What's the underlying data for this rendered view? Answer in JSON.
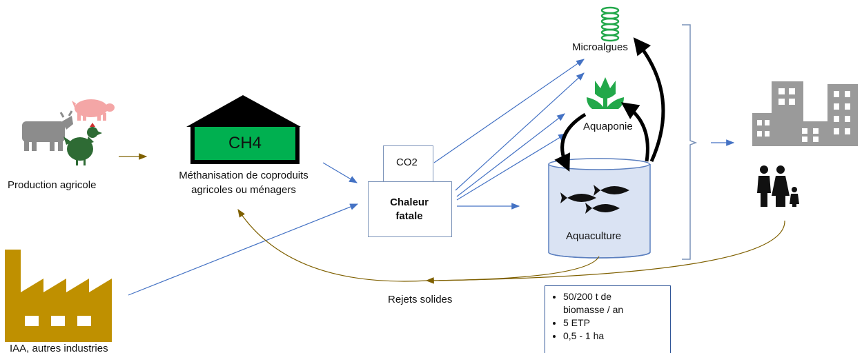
{
  "labels": {
    "production": "Production agricole",
    "methanisation_line1": "Méthanisation de coproduits",
    "methanisation_line2": "agricoles ou ménagers",
    "ch4": "CH4",
    "co2": "CO2",
    "chaleur_line1": "Chaleur",
    "chaleur_line2": "fatale",
    "microalgues": "Microalgues",
    "aquaponie": "Aquaponie",
    "aquaculture": "Aquaculture",
    "rejets": "Rejets solides",
    "iaa": "IAA, autres industries"
  },
  "info": {
    "items": [
      "50/200 t de",
      "biomasse / an",
      "5 ETP",
      "0,5 - 1 ha"
    ]
  },
  "colors": {
    "arrow_blue": "#4472c4",
    "arrow_brown": "#7f6000",
    "ch4_green": "#00b050",
    "icon_grey": "#8c8c8c",
    "pig_pink": "#f4a6a6",
    "chicken_green": "#2e6b34",
    "factory_gold": "#bf9000",
    "aquaponie_green": "#22a84a",
    "tank_fill": "#dae3f3"
  },
  "icons": [
    "cow-icon",
    "pig-icon",
    "chicken-icon",
    "factory-icon",
    "spring-icon",
    "tulip-icon",
    "fish-icon",
    "buildings-icon",
    "family-icon"
  ]
}
